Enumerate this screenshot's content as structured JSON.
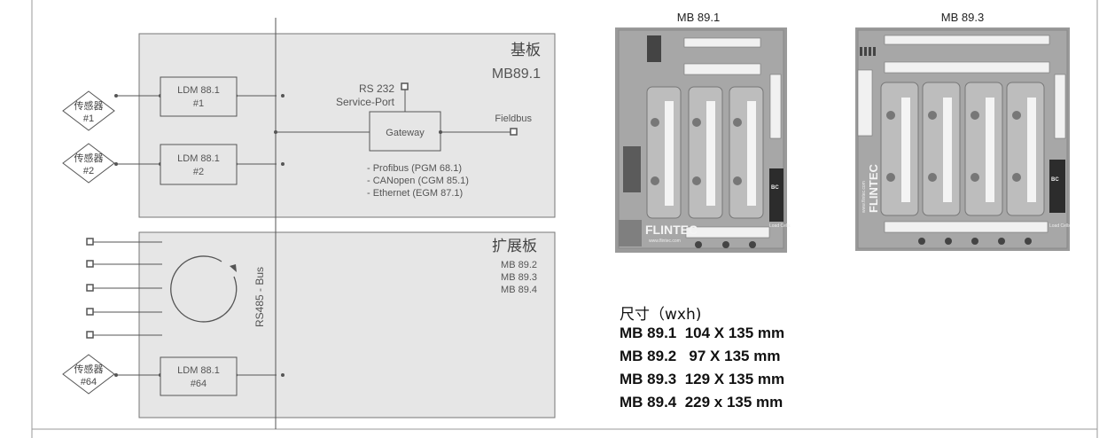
{
  "board_main": {
    "title_cn": "基板",
    "title_model": "MB89.1"
  },
  "board_ext": {
    "title_cn": "扩展板",
    "models": [
      "MB 89.2",
      "MB 89.3",
      "MB 89.4"
    ]
  },
  "sensors": [
    {
      "label": "传感器",
      "id": "#1"
    },
    {
      "label": "传感器",
      "id": "#2"
    },
    {
      "label": "传感器",
      "id": "#64"
    }
  ],
  "ldm_modules": [
    {
      "name": "LDM 88.1",
      "id": "#1"
    },
    {
      "name": "LDM 88.1",
      "id": "#2"
    },
    {
      "name": "LDM 88.1",
      "id": "#64"
    }
  ],
  "rs232": {
    "line1": "RS 232",
    "line2": "Service-Port"
  },
  "gateway": {
    "label": "Gateway",
    "fieldbus": "Fieldbus"
  },
  "protocols": [
    "- Profibus  (PGM 68.1)",
    "- CANopen  (CGM 85.1)",
    "- Ethernet  (EGM 87.1)"
  ],
  "bus_label": "RS485 - Bus",
  "photos": {
    "left": {
      "title": "MB 89.1",
      "brand": "FLINTEC",
      "url": "www.flintec.com",
      "tag": "BC",
      "terminal": "Load Cells"
    },
    "right": {
      "title": "MB 89.3",
      "brand": "FLINTEC",
      "url": "www.flintec.com",
      "tag": "BC",
      "terminal": "Load Cells"
    }
  },
  "dimensions": {
    "title": "尺寸（wxh)",
    "rows": [
      "MB 89.1  104 X 135 mm",
      "MB 89.2   97 X 135 mm",
      "MB 89.3  129 X 135 mm",
      "MB 89.4  229 x 135 mm"
    ]
  },
  "colors": {
    "board_fill": "#e6e6e6",
    "photo_bg": "#9a9a9a",
    "line": "#555555"
  }
}
